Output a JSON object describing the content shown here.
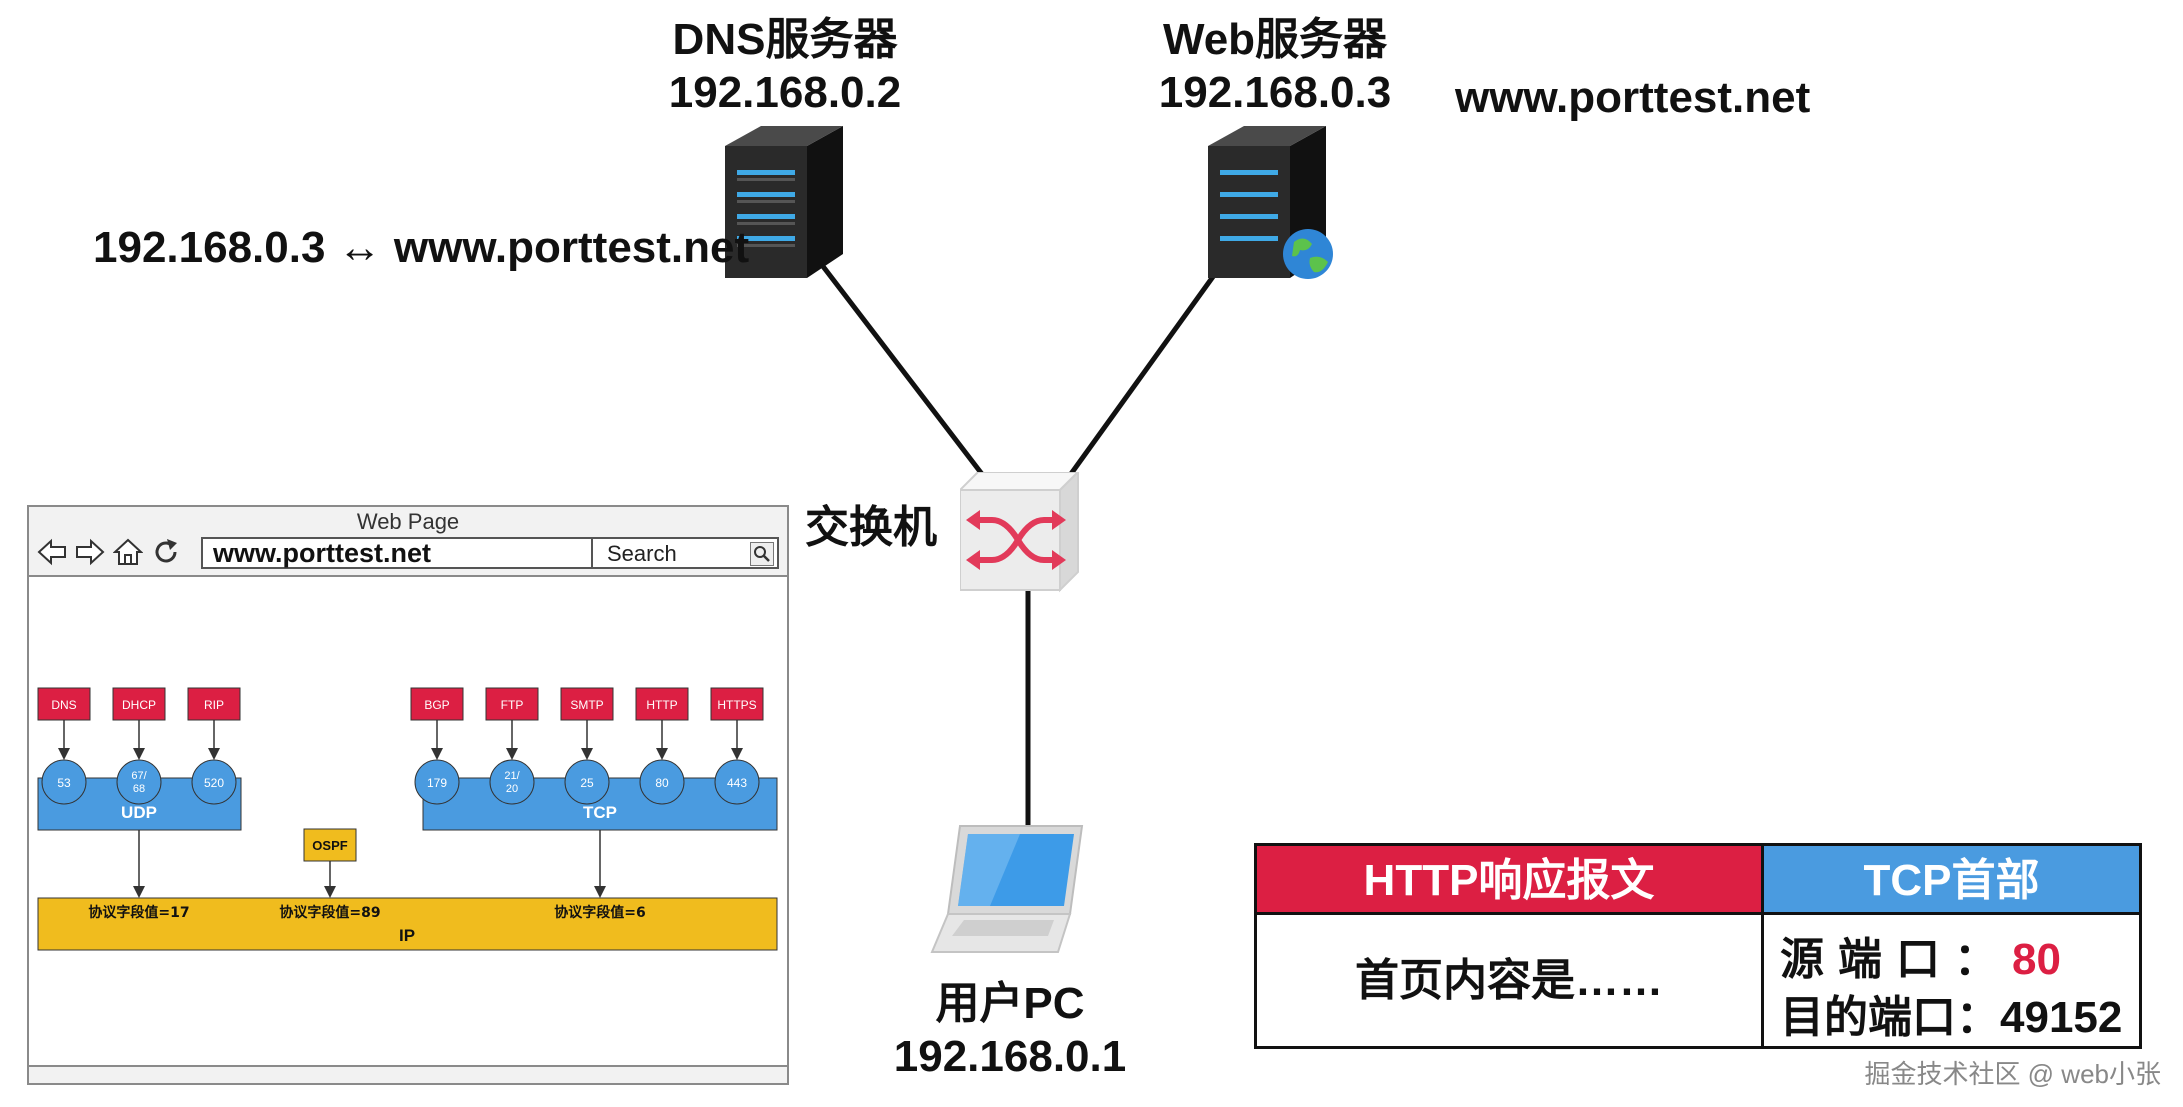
{
  "dns_server": {
    "title": "DNS服务器",
    "ip": "192.168.0.2"
  },
  "web_server": {
    "title": "Web服务器",
    "ip": "192.168.0.3",
    "domain": "www.porttest.net"
  },
  "dns_mapping": "192.168.0.3 ↔ www.porttest.net",
  "switch": {
    "label": "交换机"
  },
  "user_pc": {
    "title": "用户PC",
    "ip": "192.168.0.1"
  },
  "browser": {
    "window_title": "Web Page",
    "url": "www.porttest.net",
    "search_placeholder": "Search",
    "nav_icons": [
      "back-icon",
      "forward-icon",
      "home-icon",
      "refresh-icon"
    ],
    "search_icon": "magnifier-icon"
  },
  "protocol_stack": {
    "udp": {
      "label": "UDP",
      "protocols": [
        {
          "name": "DNS",
          "port": "53"
        },
        {
          "name": "DHCP",
          "port": "67/68"
        },
        {
          "name": "RIP",
          "port": "520"
        }
      ]
    },
    "tcp": {
      "label": "TCP",
      "protocols": [
        {
          "name": "BGP",
          "port": "179"
        },
        {
          "name": "FTP",
          "port": "21/20"
        },
        {
          "name": "SMTP",
          "port": "25"
        },
        {
          "name": "HTTP",
          "port": "80"
        },
        {
          "name": "HTTPS",
          "port": "443"
        }
      ]
    },
    "ospf": "OSPF",
    "ip": {
      "label": "IP",
      "field_udp": "协议字段值=17",
      "field_ospf": "协议字段值=89",
      "field_tcp": "协议字段值=6"
    },
    "colors": {
      "protocol": "#dc1f43",
      "port": "#4a9be0",
      "ip": "#f0bc1e"
    }
  },
  "packet": {
    "http_header": "HTTP响应报文",
    "tcp_header": "TCP首部",
    "body": "首页内容是……",
    "src_port_label": "源端口：",
    "src_port": "80",
    "dst_port_label": "目的端口：",
    "dst_port": "49152",
    "colors": {
      "http": "#dc1f43",
      "tcp": "#4a9be0"
    }
  },
  "watermark": "掘金技术社区 @ web小张"
}
